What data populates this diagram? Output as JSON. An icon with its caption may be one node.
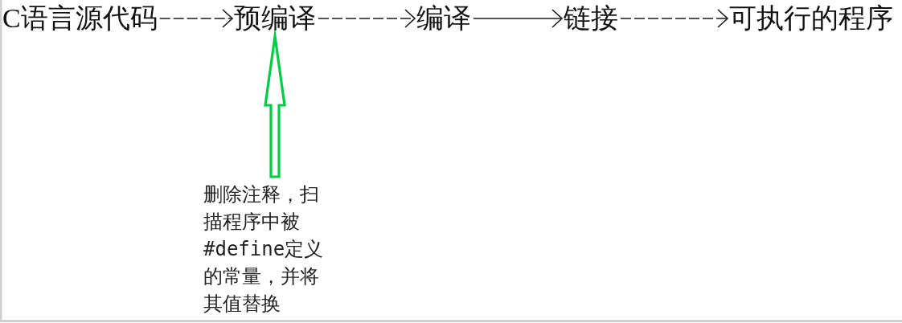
{
  "diagram": {
    "nodes": [
      {
        "text": [
          "C语言源代码"
        ]
      },
      {
        "text": [
          "预编译"
        ]
      },
      {
        "text": [
          "编译"
        ]
      },
      {
        "text": [
          "链接"
        ]
      },
      {
        "text": [
          "可执行的程序"
        ]
      },
      {
        "text": [
          "删除注释，扫描程序中被#define定义的常量，并将其值替换"
        ]
      }
    ],
    "edges": [
      {
        "from": 0,
        "to": 1,
        "arrow": "to",
        "style": "dashed"
      },
      {
        "from": 1,
        "to": 2,
        "arrow": "to",
        "style": "dashed"
      },
      {
        "from": 2,
        "to": 3,
        "arrow": "to"
      },
      {
        "from": 3,
        "to": 4,
        "arrow": "to",
        "style": "dashed"
      },
      {
        "from": 5,
        "to": 1,
        "arrow": "to",
        "style": "thick",
        "color": "#00cc44"
      }
    ]
  }
}
